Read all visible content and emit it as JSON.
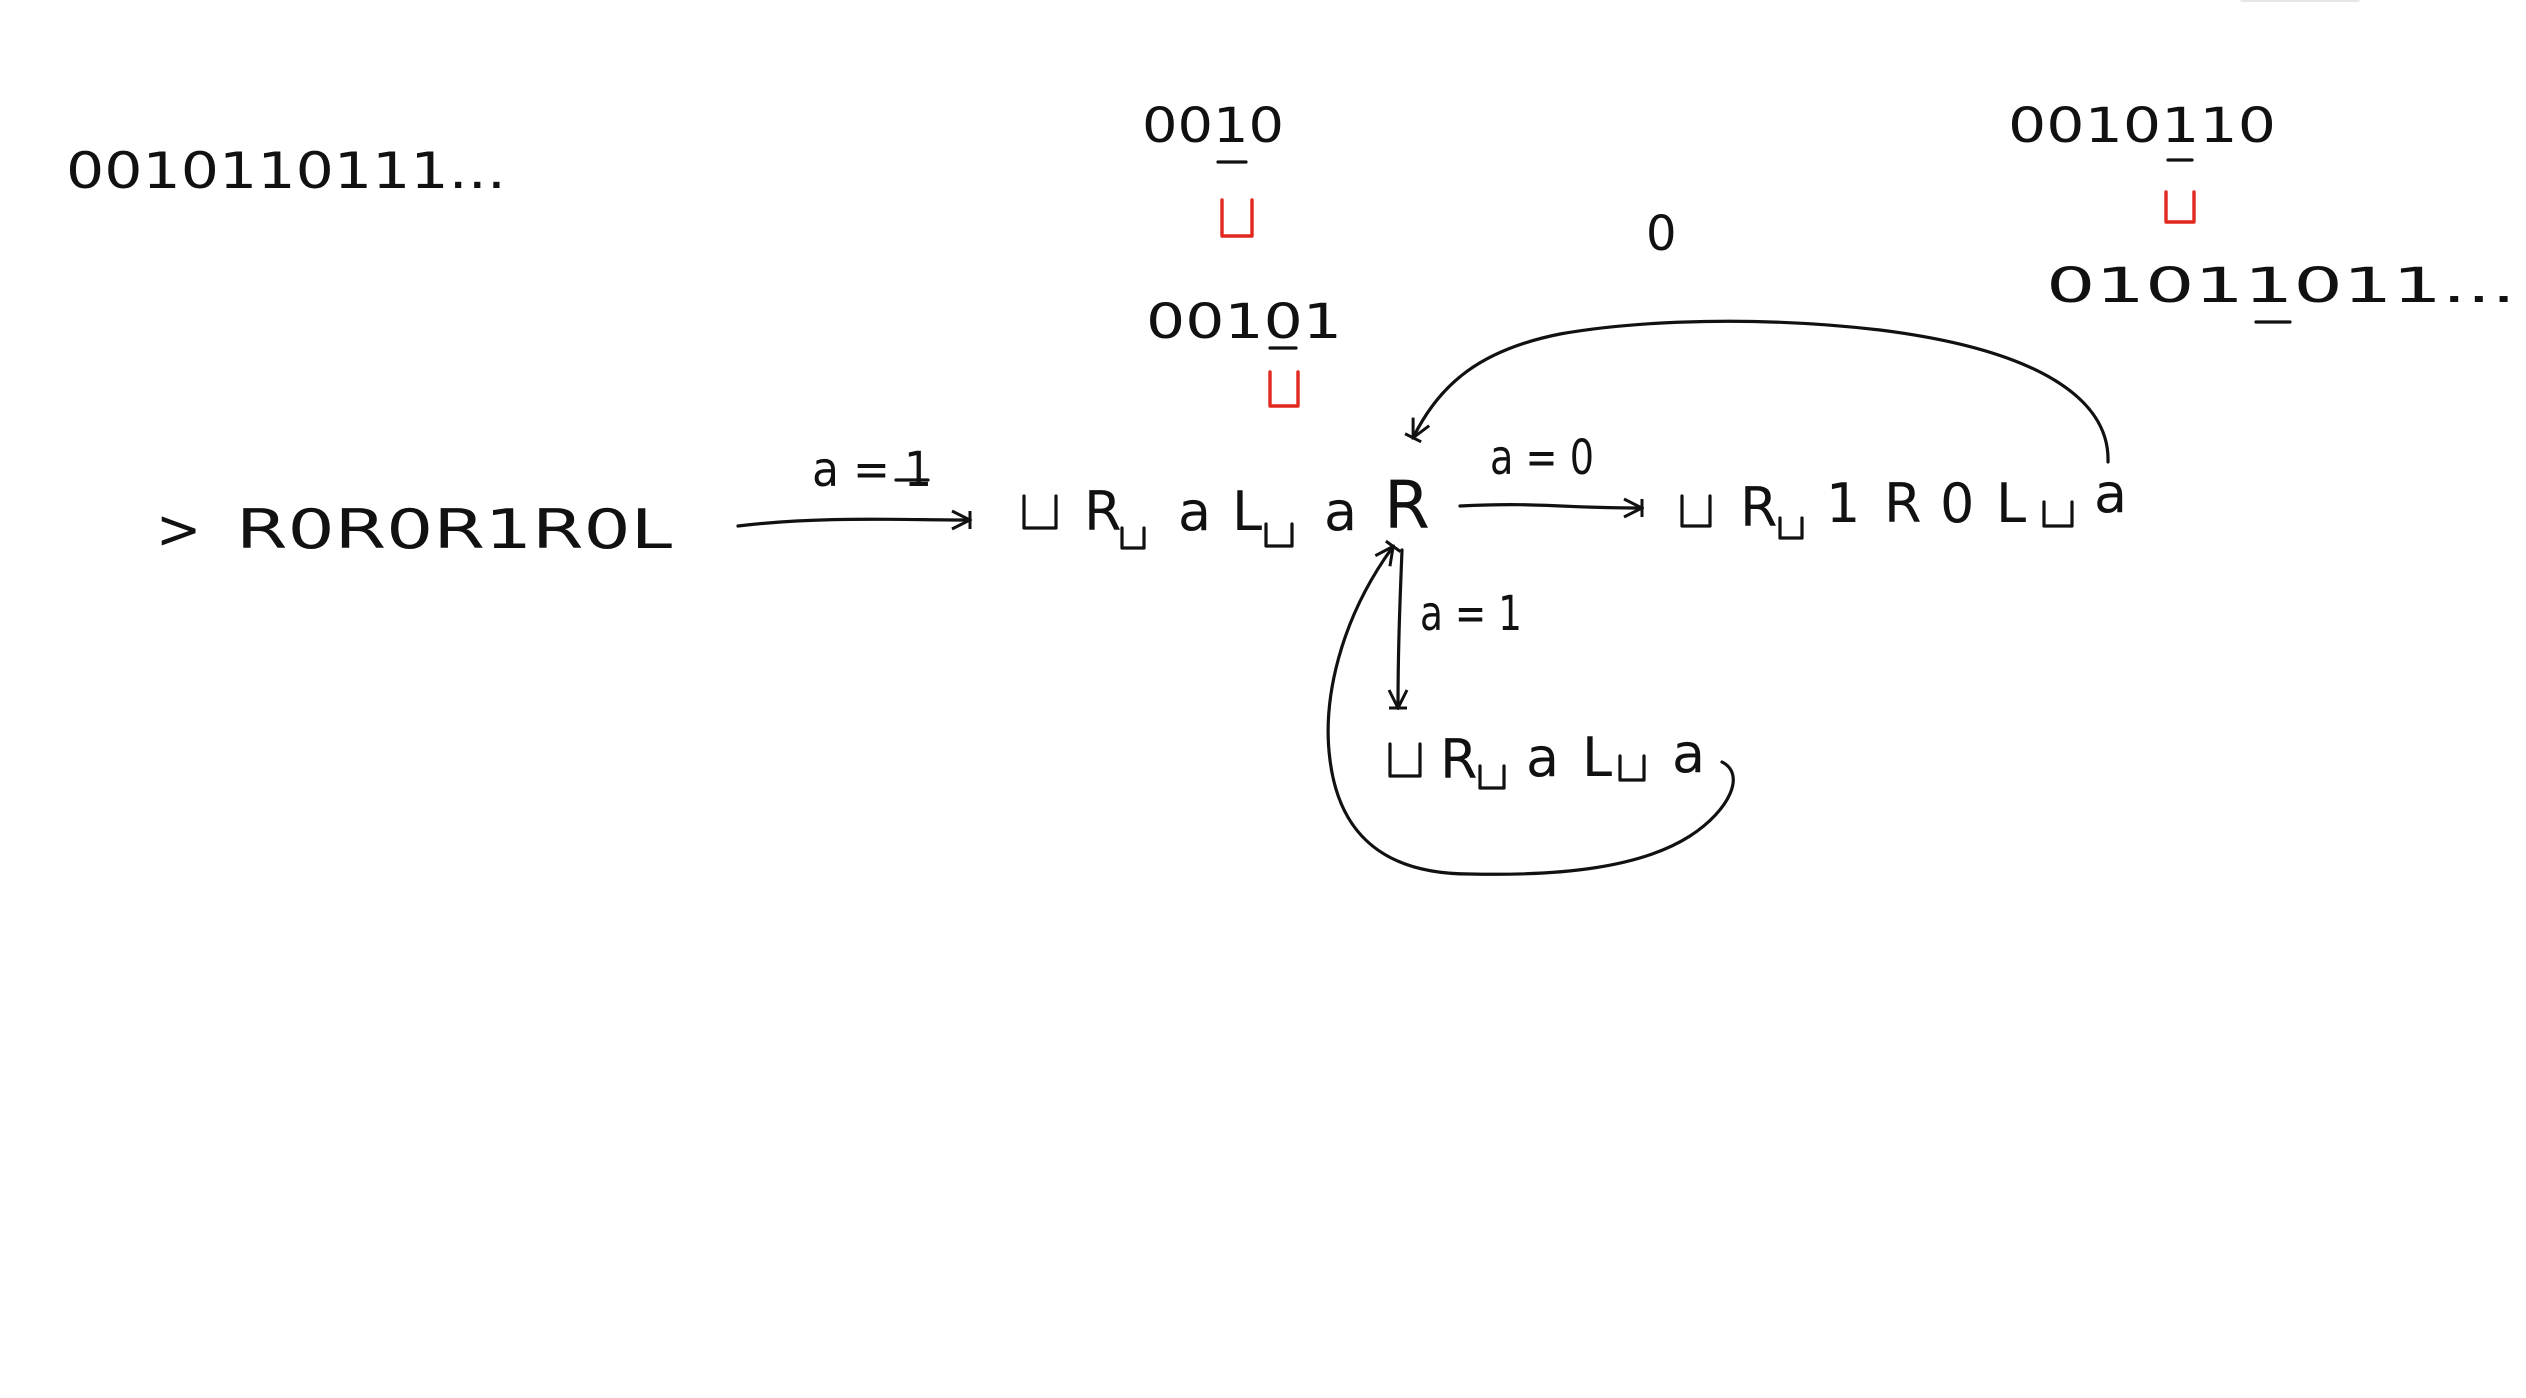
{
  "tape_sequence": "0010110111...",
  "machine": {
    "start_marker": ">",
    "program": "R0R0R1R0L"
  },
  "tape_snapshots": {
    "snap1": "0010",
    "snap2": "00101",
    "snap3": "0010110",
    "snap4": "01011011...",
    "stray_digit": "0"
  },
  "states": {
    "state_a": {
      "pieces": [
        "R",
        "a",
        "L",
        "a",
        "R"
      ]
    },
    "state_b": {
      "pieces": [
        "R",
        "1",
        "R",
        "0",
        "L",
        "a"
      ]
    },
    "state_c": {
      "pieces": [
        "R",
        "a",
        "L",
        "a"
      ]
    }
  },
  "edges": {
    "start_to_a": "a = 1",
    "a_to_b": "a = 0",
    "a_to_c": "a = 1"
  },
  "colors": {
    "ink": "#111111",
    "blank_highlight": "#e0281e"
  }
}
